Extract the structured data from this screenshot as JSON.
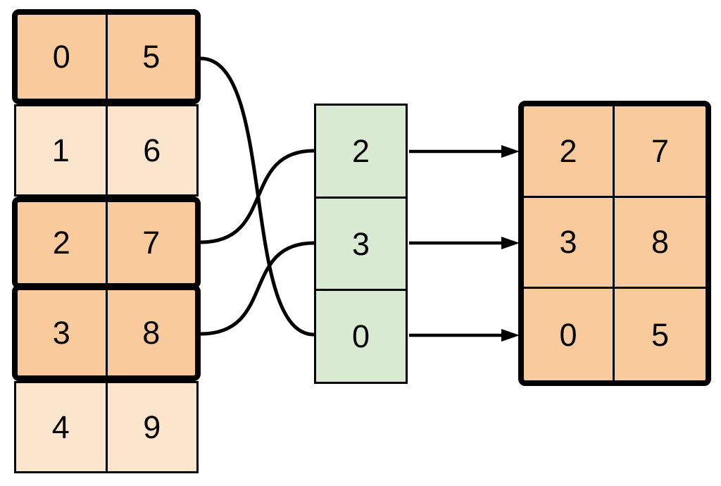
{
  "colors": {
    "highlight_fill": "#F9CB9C",
    "muted_fill": "#FCE5CD",
    "index_fill": "#D9EAD3",
    "stroke": "#000000",
    "background": "#FFFFFF"
  },
  "source_table": {
    "rows": [
      {
        "highlighted": true,
        "cells": [
          "0",
          "5"
        ]
      },
      {
        "highlighted": false,
        "cells": [
          "1",
          "6"
        ]
      },
      {
        "highlighted": true,
        "cells": [
          "2",
          "7"
        ]
      },
      {
        "highlighted": true,
        "cells": [
          "3",
          "8"
        ]
      },
      {
        "highlighted": false,
        "cells": [
          "4",
          "9"
        ]
      }
    ]
  },
  "index_column": {
    "cells": [
      "2",
      "3",
      "0"
    ]
  },
  "output_table": {
    "rows": [
      {
        "cells": [
          "2",
          "7"
        ]
      },
      {
        "cells": [
          "3",
          "8"
        ]
      },
      {
        "cells": [
          "0",
          "5"
        ]
      }
    ]
  },
  "connections": {
    "source_to_index": [
      {
        "source_row": 2,
        "index_cell": 0
      },
      {
        "source_row": 3,
        "index_cell": 1
      },
      {
        "source_row": 0,
        "index_cell": 2
      }
    ],
    "index_to_output": [
      {
        "index_cell": 0,
        "output_row": 0
      },
      {
        "index_cell": 1,
        "output_row": 1
      },
      {
        "index_cell": 2,
        "output_row": 2
      }
    ]
  }
}
